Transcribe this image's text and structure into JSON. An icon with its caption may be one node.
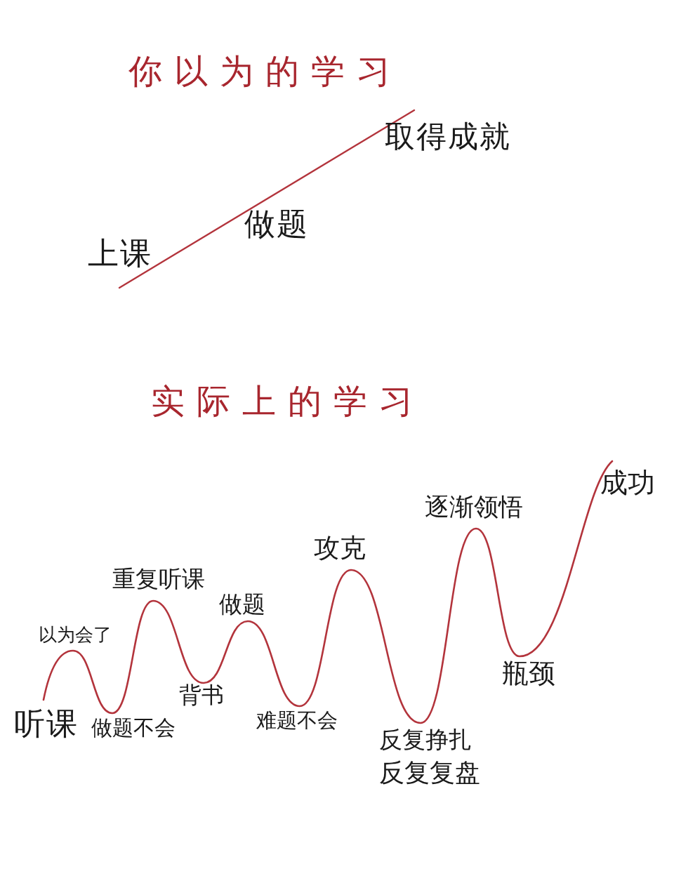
{
  "diagram": {
    "labels": [
      "你以为的学习",
      "上课",
      "做题",
      "取得成就",
      "实际上的学习",
      "听课",
      "以为会了",
      "做题不会",
      "重复听课",
      "背书",
      "做题",
      "难题不会",
      "攻克",
      "反复挣扎",
      "反复复盘",
      "逐渐领悟",
      "瓶颈",
      "成功"
    ]
  }
}
